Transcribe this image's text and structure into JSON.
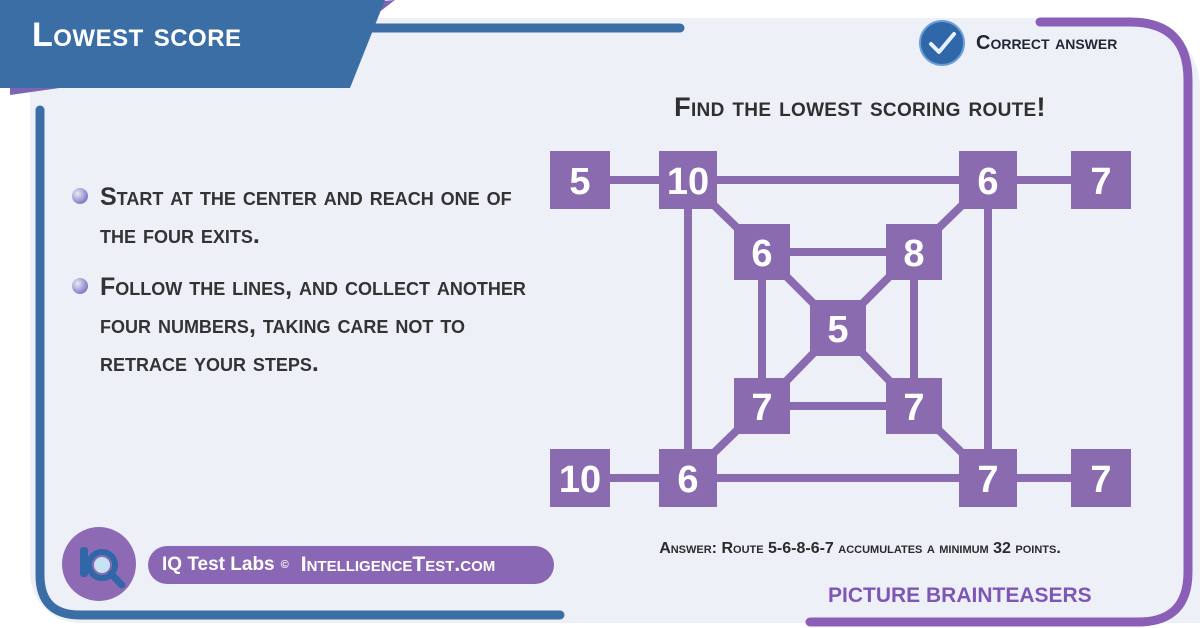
{
  "header": {
    "title": "Lowest score"
  },
  "correct_answer": {
    "label": "Correct answer",
    "icon": "check-icon"
  },
  "puzzle": {
    "heading": "Find the lowest scoring route!",
    "nodes": {
      "exit_tl": "5",
      "outer_tl": "10",
      "outer_tr": "6",
      "exit_tr": "7",
      "inner_tl": "6",
      "inner_tr": "8",
      "center": "5",
      "inner_bl": "7",
      "inner_br": "7",
      "exit_bl": "10",
      "outer_bl": "6",
      "outer_br": "7",
      "exit_br": "7"
    }
  },
  "instructions": [
    {
      "text": "Start at the center and reach one of the four exits."
    },
    {
      "text": "Follow the lines, and collect another four numbers, taking care not to retrace your steps."
    }
  ],
  "answer": {
    "text": "Answer: Route 5-6-8-6-7 accumulates a minimum 32 points."
  },
  "branding": {
    "company": "IQ Test Labs",
    "copyright": "©",
    "site": "IntelligenceTest.com"
  },
  "footer": {
    "category": "PICTURE BRAINTEASERS"
  },
  "colors": {
    "title_banner": "#3a6ea5",
    "accent_purple": "#8b6bb0",
    "frame_blue": "#3a6ea5",
    "card_bg": "#eef0f8"
  }
}
